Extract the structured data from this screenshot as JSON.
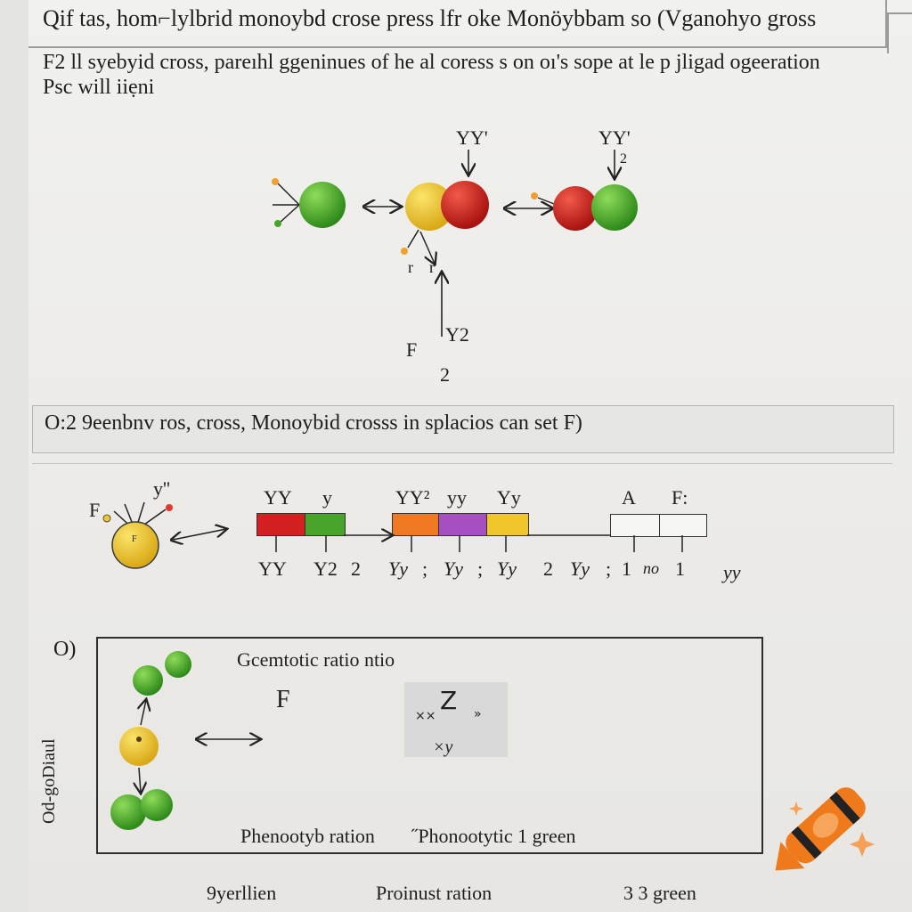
{
  "header": {
    "title": "Qif tas, hom⌐lylbrid monoybd crose press lfr oke Monöybbam so (Vganohyo gross",
    "intro": "F2 ll syebyid cross, pareıhl  ggeninues of he al coress s on oı's sope at le  p jligad ogeeration Psc will iiẹni"
  },
  "top_diagram": {
    "label_yy_1": "YY'",
    "label_yy_2": "YY'",
    "label_sup_2": "2",
    "label_small_r1": "r",
    "label_small_r2": "r",
    "label_y2": "Y2",
    "label_f": "F",
    "label_2": "2"
  },
  "section2": {
    "heading": "O:2 9eenbnv ros, cross, Monoybid crosss in splacios can set F)",
    "circle_letter": "F",
    "label_f": "F",
    "label_y": "y''",
    "strip_top": [
      "YY",
      "y",
      "YY²",
      "yy",
      "Yy",
      "A",
      "F:"
    ],
    "strip_bottom": [
      "YY",
      "Y2",
      "2",
      "Yy",
      ";",
      "Yy",
      ";",
      "Yy",
      "2",
      "Yy",
      ";",
      "1",
      "no",
      "1",
      "yy"
    ]
  },
  "section3": {
    "label": "O)",
    "box_heading": "Gcemtotic ratio ntio",
    "box_f": "F",
    "ratio_z": "Z",
    "ratio_x1": "××",
    "ratio_x2": "»",
    "ratio_y": "×y",
    "phenotype_left": "Phenootyb ration",
    "phenotype_right": "˝Phonootytic 1 green",
    "side_label": "Od-goDiaul"
  },
  "footer": {
    "left": "9yerllien",
    "middle": "Proinust ration",
    "right": "3 3 green"
  },
  "colors": {
    "green": "#49a52a",
    "yellow": "#f0c62c",
    "red": "#d32020",
    "orange": "#f07a24",
    "purple": "#a64fc2",
    "crayon": "#ee7a1c"
  },
  "icons": [
    "crayon-icon",
    "sparkle-icon"
  ]
}
